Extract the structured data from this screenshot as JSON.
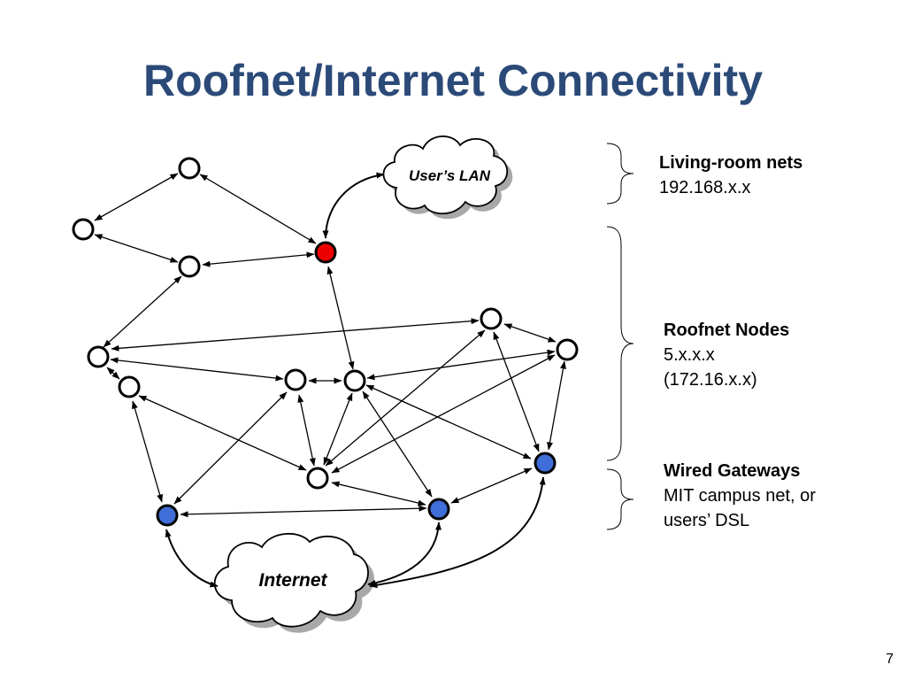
{
  "title": "Roofnet/Internet Connectivity",
  "cloud_lan": "User’s  LAN",
  "cloud_internet": "Internet",
  "legend": {
    "living_room": {
      "heading": "Living-room nets",
      "lines": [
        "192.168.x.x"
      ]
    },
    "roofnet": {
      "heading": "Roofnet Nodes",
      "lines": [
        "5.x.x.x",
        "(172.16.x.x)"
      ]
    },
    "gateways": {
      "heading": "Wired Gateways",
      "lines": [
        "MIT campus net, or",
        "users’ DSL"
      ]
    }
  },
  "colors": {
    "title": "#2b4a78",
    "gateway": "#3f6ed8",
    "lan_node": "#ee0000",
    "node": "#ffffff"
  },
  "page_number": "7"
}
